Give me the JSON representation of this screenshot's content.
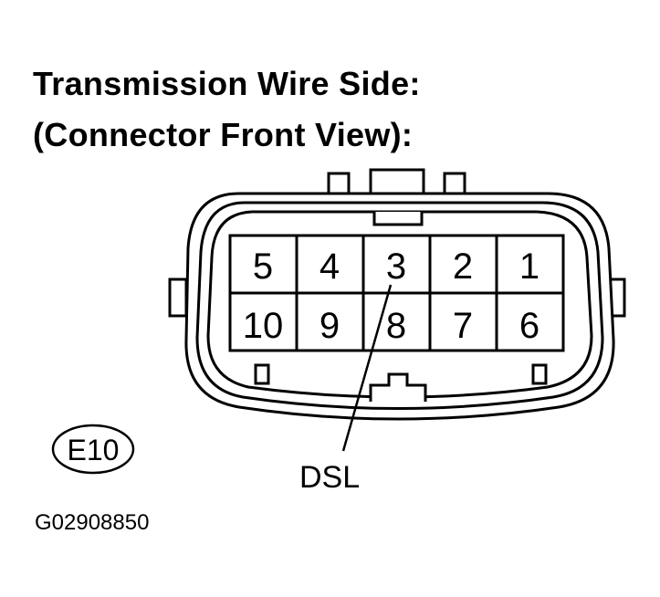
{
  "title": {
    "line1": "Transmission Wire Side:",
    "line2": "(Connector Front View):"
  },
  "connector": {
    "pins_top": [
      "5",
      "4",
      "3",
      "2",
      "1"
    ],
    "pins_bottom": [
      "10",
      "9",
      "8",
      "7",
      "6"
    ],
    "callout_label": "DSL",
    "callout_pin": "3"
  },
  "badge": "E10",
  "figure_code": "G02908850"
}
